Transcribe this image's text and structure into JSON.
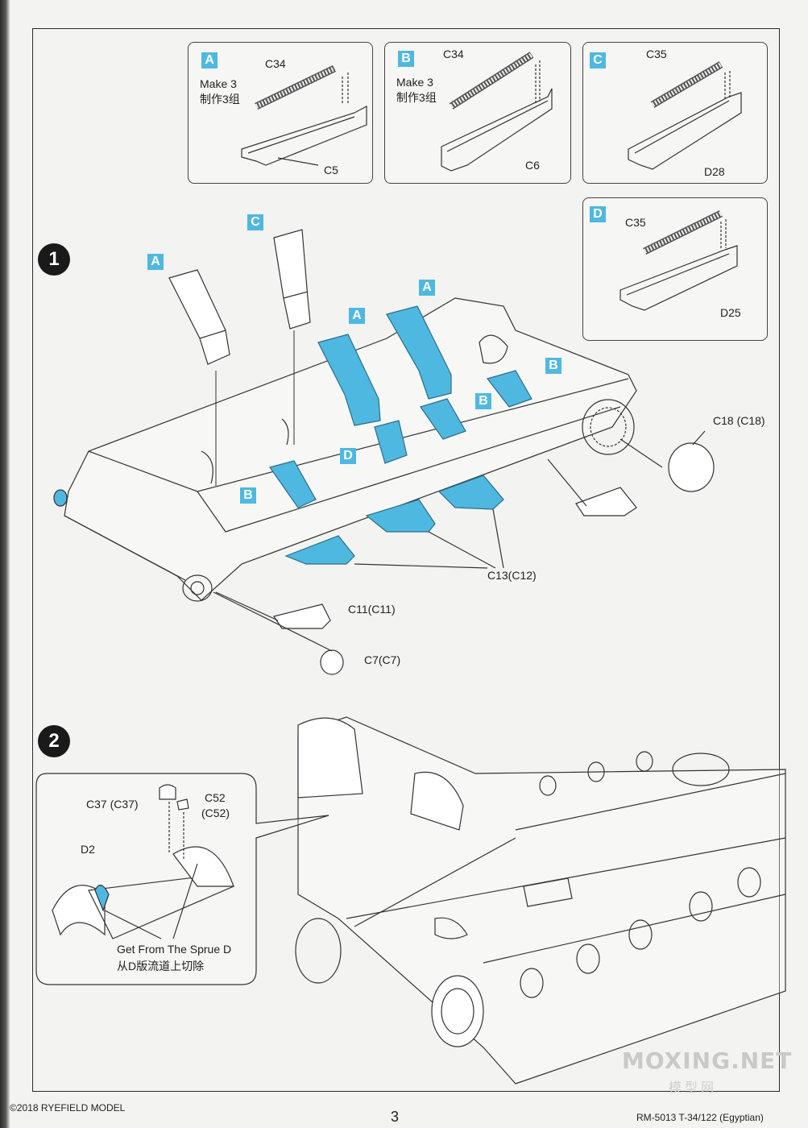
{
  "sub_panels": {
    "A": {
      "badge": "A",
      "part1": "C34",
      "part2": "C5",
      "make_en": "Make 3",
      "make_cn": "制作3组"
    },
    "B": {
      "badge": "B",
      "part1": "C34",
      "part2": "C6",
      "make_en": "Make 3",
      "make_cn": "制作3组"
    },
    "C": {
      "badge": "C",
      "part1": "C35",
      "part2": "D28"
    },
    "D": {
      "badge": "D",
      "part1": "C35",
      "part2": "D25"
    }
  },
  "step1": {
    "number": "1",
    "badges": [
      "A",
      "C",
      "A",
      "A",
      "B",
      "B",
      "D",
      "B"
    ],
    "callouts": {
      "c18": "C18 (C18)",
      "c13": "C13(C12)",
      "c11": "C11(C11)",
      "c7": "C7(C7)"
    }
  },
  "step2": {
    "number": "2",
    "callouts": {
      "c37": "C37 (C37)",
      "c52a": "C52",
      "c52b": "(C52)",
      "d2": "D2",
      "sprue_en": "Get From The Sprue D",
      "sprue_cn": "从D版流道上切除"
    }
  },
  "footer": {
    "copyright": "©2018 RYEFIELD MODEL",
    "page": "3",
    "product": "RM-5013 T-34/122 (Egyptian)"
  },
  "watermark": {
    "main": "MOXING.NET",
    "sub": "模型网"
  },
  "colors": {
    "highlight": "#4fb8e0",
    "line": "#333333"
  }
}
